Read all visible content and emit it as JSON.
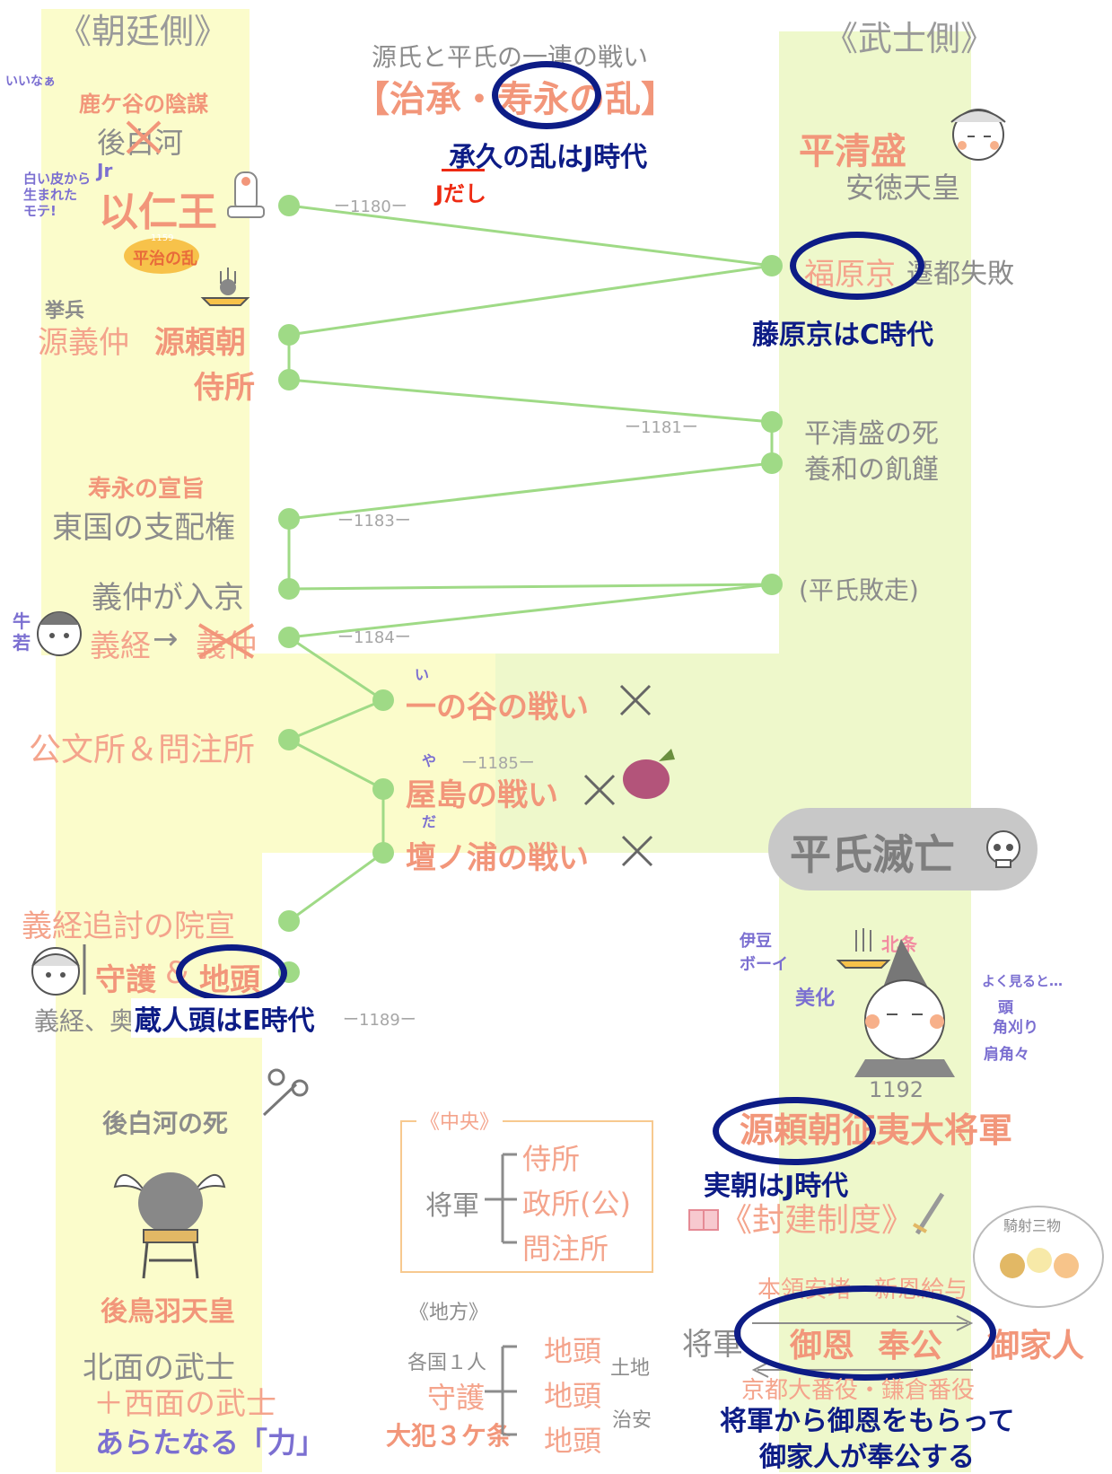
{
  "columns": {
    "left": "《朝廷側》",
    "right": "《武士側》"
  },
  "title": {
    "sub": "源氏と平氏の一連の戦い",
    "main": "【治承・寿永の乱】"
  },
  "notes": {
    "jokyu": "承久の乱はJ時代",
    "jdashi": "Jだし",
    "fujiwara": "藤原京はC時代",
    "kurodo": "蔵人頭はE時代",
    "sanetomo": "実朝はJ時代",
    "shogun_line1": "将軍から御恩をもらって",
    "shogun_line2": "御家人が奉公する"
  },
  "doodles": {
    "iina": "いいなぁ",
    "shiroi": "白い皮から生まれた モテ!",
    "jr": "Jr",
    "heiji": "平治の乱",
    "heiji_year": "1159",
    "ushi": "牛若",
    "i": "い",
    "ya": "や",
    "da": "だ",
    "izu": "伊豆 ボーイ",
    "hojo": "北条",
    "bika": "美化",
    "yoku": "よく見ると…",
    "atama": "頭",
    "kado": "角刈り",
    "kata": "肩角々",
    "kisha": "騎射三物"
  },
  "left": {
    "shishigatani": "鹿ケ谷の陰謀",
    "goshirakawa": "後白河",
    "mochihito": "以仁王",
    "kyohei": "挙兵",
    "yoshinaka": "源義仲",
    "yoritomo": "源頼朝",
    "samuraidokoro": "侍所",
    "juei": "寿永の宣旨",
    "togoku": "東国の支配権",
    "nyukyo": "義仲が入京",
    "yoshitsune": "義経",
    "arrow": "→",
    "yoshinaka2": "義仲",
    "kumonjo": "公文所＆問注所",
    "tsuito": "義経追討の院宣",
    "shugo": "守護",
    "jito": "地頭",
    "yoshitsune_line": "義経、奥州藤原氏滅亡",
    "goshirakawa_death": "後白河の死",
    "gotoba": "後鳥羽天皇",
    "hokumen": "北面の武士",
    "saimen": "＋西面の武士",
    "chikara": "あらたなる「力」"
  },
  "right": {
    "kiyomori": "平清盛",
    "antoku": "安徳天皇",
    "fukuhara": "福原京",
    "sento": "遷都失敗",
    "kiyomori_death": "平清盛の死",
    "yowa": "養和の飢饉",
    "haiso": "(平氏敗走)",
    "metsubo": "平氏滅亡",
    "year1192": "1192",
    "seii": "源頼朝征夷大将軍",
    "hoken": "《封建制度》"
  },
  "battles": {
    "ichinotani": "一の谷の戦い",
    "yashima": "屋島の戦い",
    "dannoura": "壇ノ浦の戦い"
  },
  "years": {
    "y1180": "ー1180ー",
    "y1181": "ー1181ー",
    "y1183": "ー1183ー",
    "y1184": "ー1184ー",
    "y1185": "ー1185ー",
    "y1189": "ー1189ー"
  },
  "chuo": {
    "title": "《中央》",
    "shogun": "将軍",
    "items": [
      "侍所",
      "政所(公)",
      "問注所"
    ]
  },
  "chiho": {
    "title": "《地方》",
    "kakkoku": "各国１人",
    "shugo": "守護",
    "daibon": "大犯３ケ条",
    "items": [
      "地頭",
      "地頭",
      "地頭"
    ],
    "tochi": "土地",
    "chian": "治安"
  },
  "goon": {
    "top": "本領安堵・新恩給与",
    "shogun": "将軍",
    "goon": "御恩",
    "hoko": "奉公",
    "gokenin": "御家人",
    "bottom": "京都大番役・鎌倉番役"
  },
  "colors": {
    "yellow": "#fbfccb",
    "green": "#eef8cb",
    "node": "#9fda86",
    "salmon": "#f2967a",
    "navy": "#0d1c86"
  }
}
